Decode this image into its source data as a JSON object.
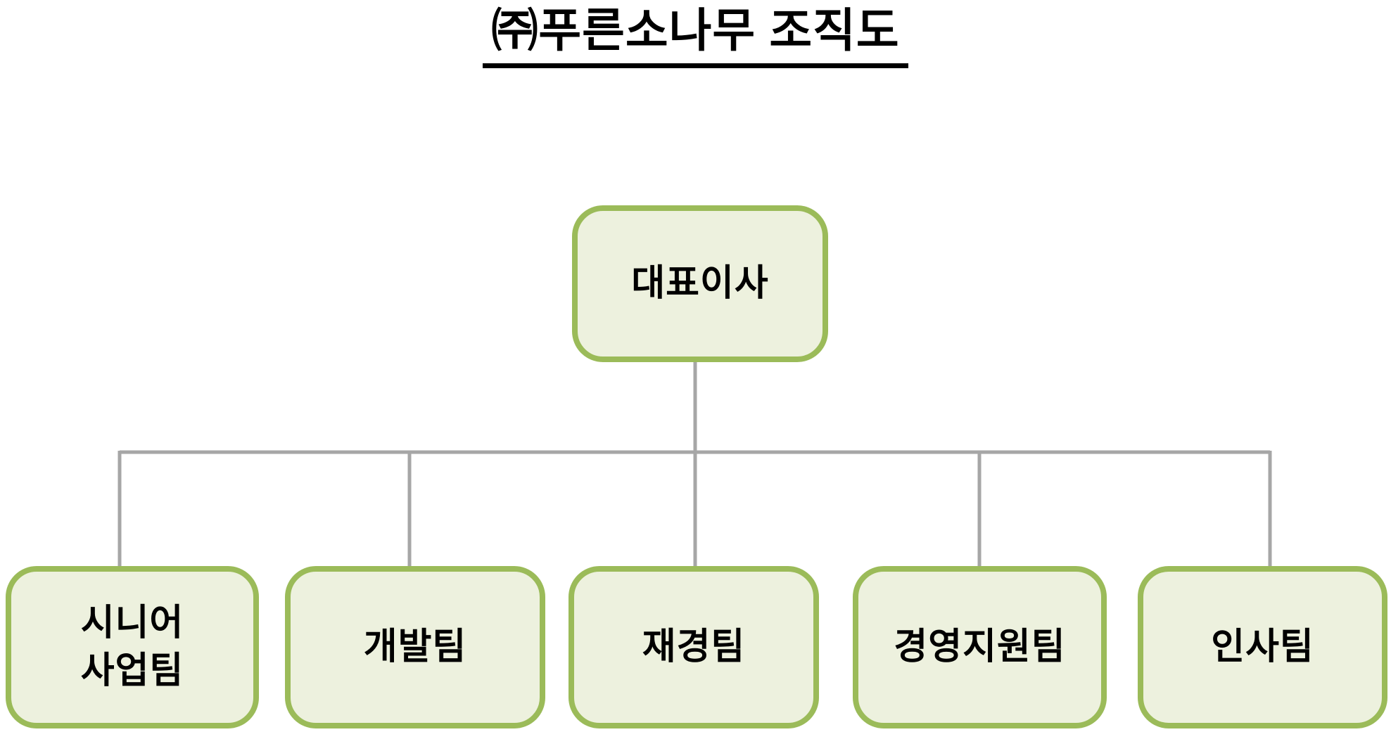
{
  "title": "㈜푸른소나무 조직도",
  "org": {
    "root": {
      "id": "ceo",
      "label": "대표이사"
    },
    "children": [
      {
        "id": "senior-business-team",
        "label": "시니어\n사업팀"
      },
      {
        "id": "development-team",
        "label": "개발팀"
      },
      {
        "id": "finance-team",
        "label": "재경팀"
      },
      {
        "id": "management-support-team",
        "label": "경영지원팀"
      },
      {
        "id": "hr-team",
        "label": "인사팀"
      }
    ]
  },
  "colors": {
    "background": "#ffffff",
    "box_fill": "#edf1de",
    "box_border": "#9bbb59",
    "connector": "#a6a6a6",
    "title_text": "#000000"
  }
}
